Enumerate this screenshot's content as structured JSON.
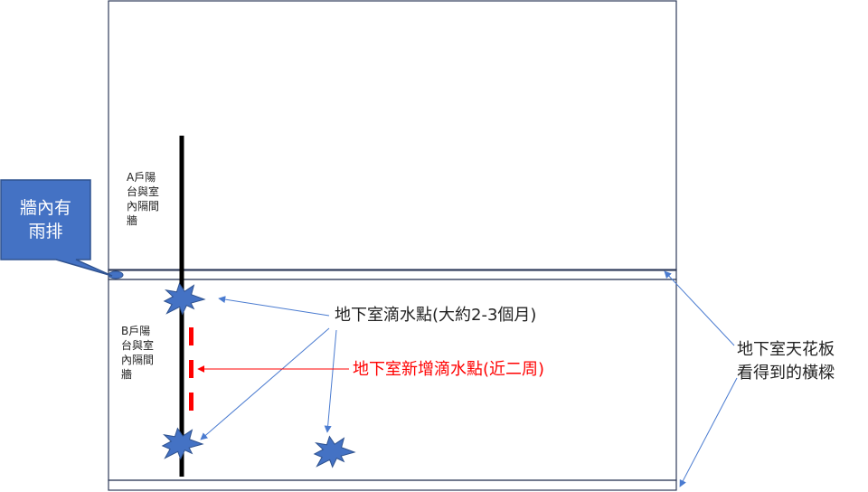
{
  "labels": {
    "unit_a_wall": "A戶陽\n台與室\n內隔間\n牆",
    "unit_b_wall": "B戶陽\n台與室\n內隔間\n牆",
    "drip_points": "地下室滴水點(大約2-3個月)",
    "new_drip_points": "地下室新增滴水點(近二周)",
    "ceiling_beam": "地下室天花板\n看得到的橫樑",
    "rain_pipe_callout": "牆內有\n雨排"
  },
  "colors": {
    "outline": "#2f3b5a",
    "wall": "#000000",
    "new_drip": "#ff0000",
    "drip_star": "#4472c4",
    "arrow": "#4a7bd0",
    "callout_fill": "#4472c4",
    "callout_border": "#2f528f"
  }
}
